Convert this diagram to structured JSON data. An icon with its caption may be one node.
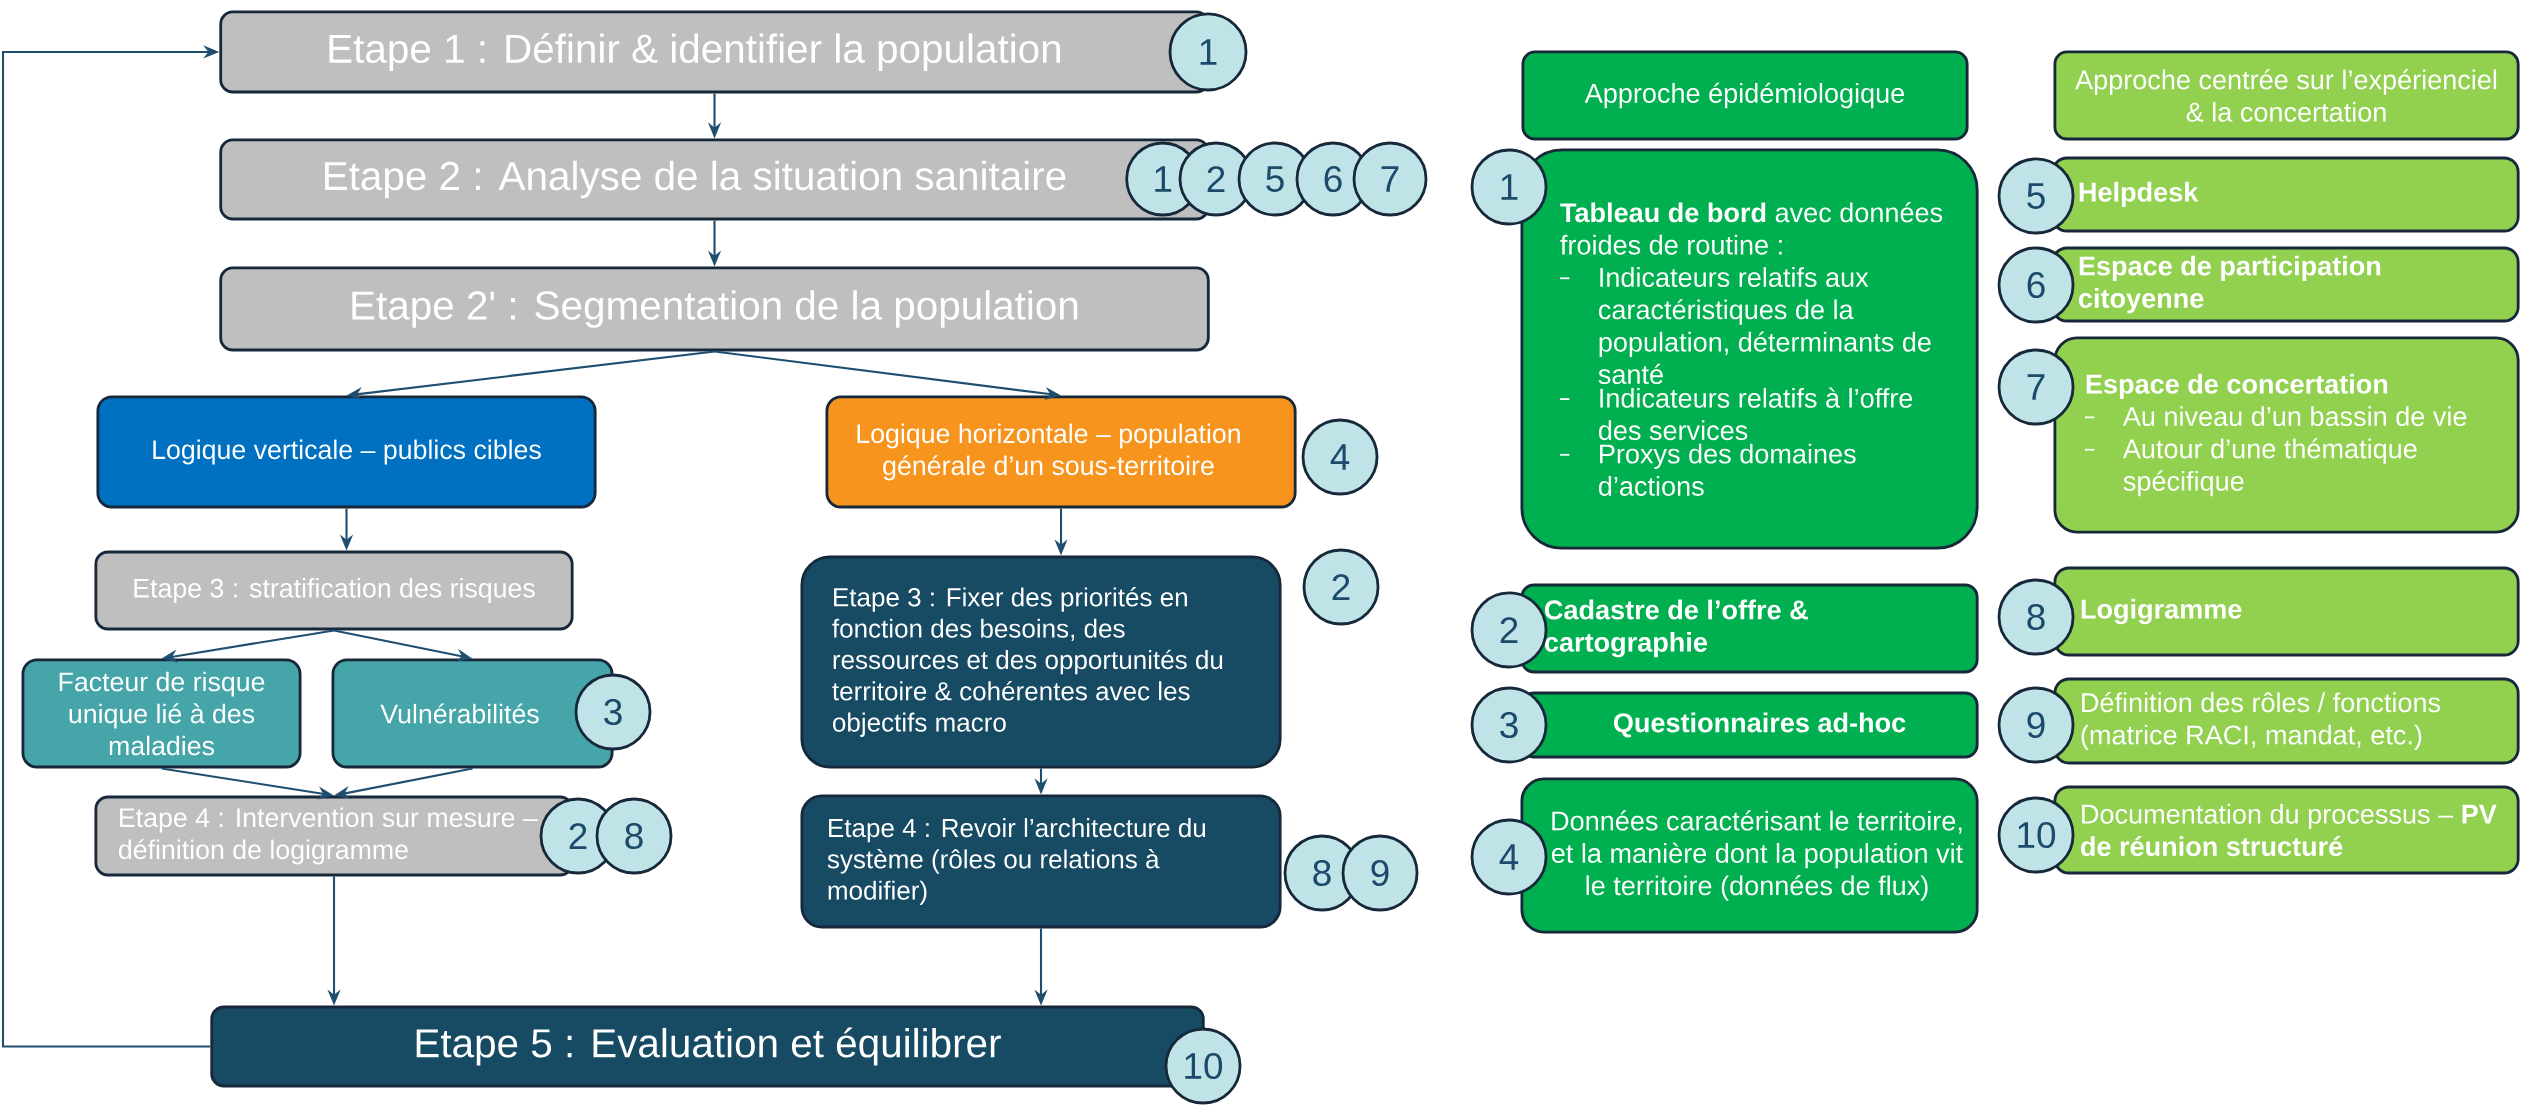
{
  "diagram": {
    "nodes": [
      {
        "text": [
          "Etape 1 : Définir & identifier la population"
        ]
      },
      {
        "text": [
          "1"
        ]
      },
      {
        "text": [
          "Etape 2 : Analyse de la situation sanitaire"
        ]
      },
      {
        "text": [
          "1"
        ],
        "in": 2
      },
      {
        "text": [
          "2"
        ]
      },
      {
        "text": [
          "5"
        ]
      },
      {
        "text": [
          "6"
        ]
      },
      {
        "text": [
          "7"
        ]
      },
      {
        "text": [
          "Etape 2' : Segmentation de la population"
        ]
      },
      {
        "text": [
          "Logique verticale – publics cibles"
        ]
      },
      {
        "text": [
          "Logique horizontale – population générale d’un sous-territoire"
        ]
      },
      {
        "text": [
          "4"
        ]
      },
      {
        "text": [
          "Etape 3 : stratification des risques"
        ]
      },
      {
        "text": [
          "Etape 3 : Fixer des priorités en fonction des besoins, des ressources et des opportunités du territoire & cohérentes avec les objectifs macro"
        ]
      },
      {
        "text": [
          "2"
        ]
      },
      {
        "text": [
          "Facteur de risque unique lié à des maladies"
        ]
      },
      {
        "text": [
          "Vulnérabilités"
        ]
      },
      {
        "text": [
          "3"
        ]
      },
      {
        "text": [
          "Etape 4 : Intervention sur mesure – définition de logigramme"
        ]
      },
      {
        "text": [
          "2"
        ]
      },
      {
        "text": [
          "8"
        ]
      },
      {
        "text": [
          "Etape 4 : Revoir l’architecture du système (rôles ou relations à modifier)"
        ]
      },
      {
        "text": [
          "8"
        ]
      },
      {
        "text": [
          "9"
        ]
      },
      {
        "text": [
          "Etape 5 : Evaluation et équilibrer"
        ]
      },
      {
        "text": [
          "10"
        ]
      },
      {
        "text": [
          "Approche épidémiologique"
        ]
      },
      {
        "text": [
          "Approche centrée sur l’expérienciel & la concertation"
        ]
      },
      {
        "text": [
          "1"
        ]
      },
      {
        "text": [
          "**Tableau de bord** avec données froides de routine :",
          "Indicateurs relatifs aux caractéristiques de la population, déterminants de santé",
          "Indicateurs relatifs à l’offre des services",
          "Proxys des domaines d’actions"
        ]
      },
      {
        "text": [
          "5"
        ]
      },
      {
        "text": [
          "Helpdesk"
        ]
      },
      {
        "text": [
          "6"
        ]
      },
      {
        "text": [
          "Espace de participation citoyenne"
        ]
      },
      {
        "text": [
          "7"
        ]
      },
      {
        "text": [
          "Espace de concertation",
          "Au niveau d’un bassin de vie",
          "Autour d’une thématique spécifique"
        ]
      },
      {
        "text": [
          "2"
        ]
      },
      {
        "text": [
          "Cadastre de l’offre & cartographie"
        ]
      },
      {
        "text": [
          "8"
        ]
      },
      {
        "text": [
          "Logigramme"
        ]
      },
      {
        "text": [
          "3"
        ]
      },
      {
        "text": [
          "Questionnaires ad-hoc"
        ]
      },
      {
        "text": [
          "9"
        ]
      },
      {
        "text": [
          "Définition des rôles / fonctions (matrice RACI, mandat, etc.)"
        ]
      },
      {
        "text": [
          "4"
        ]
      },
      {
        "text": [
          "Données caractérisant le territoire, et la manière dont la population vit le territoire (données de flux)"
        ]
      },
      {
        "text": [
          "10"
        ]
      },
      {
        "text": [
          "Documentation du processus – **PV de réunion structuré**"
        ]
      }
    ],
    "edges": [
      {
        "from": 0,
        "to": 2,
        "arrow": "to"
      },
      {
        "from": 2,
        "to": 8,
        "arrow": "to"
      },
      {
        "from": 8,
        "to": 9,
        "arrow": "to"
      },
      {
        "from": 8,
        "to": 10,
        "arrow": "to"
      },
      {
        "from": 9,
        "to": 12,
        "arrow": "to"
      },
      {
        "from": 12,
        "to": 15,
        "arrow": "to"
      },
      {
        "from": 12,
        "to": 16,
        "arrow": "to"
      },
      {
        "from": 15,
        "to": 18,
        "arrow": "to"
      },
      {
        "from": 16,
        "to": 18,
        "arrow": "to"
      },
      {
        "from": 18,
        "to": 24,
        "arrow": "to"
      },
      {
        "from": 10,
        "to": 13,
        "arrow": "to"
      },
      {
        "from": 13,
        "to": 21,
        "arrow": "to"
      },
      {
        "from": 21,
        "to": 24,
        "arrow": "to"
      },
      {
        "from": 24,
        "to": 0,
        "arrow": "to"
      }
    ]
  }
}
